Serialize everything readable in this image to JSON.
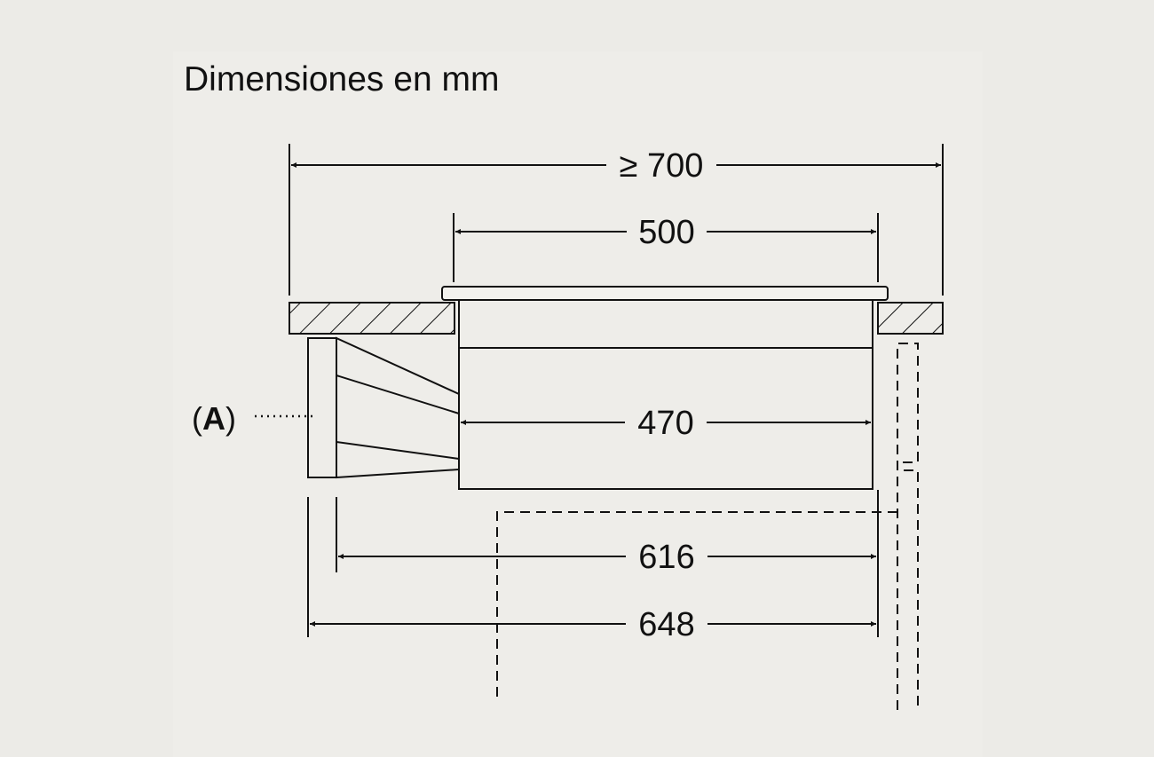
{
  "title": "Dimensiones en mm",
  "callout": {
    "open": "(",
    "letter": "A",
    "close": ")"
  },
  "dimensions": {
    "min_worktop": "≥ 700",
    "cutout_width": "500",
    "unit_width": "470",
    "depth_616": "616",
    "depth_648": "648"
  },
  "colors": {
    "background": "#eeede9",
    "line": "#111111"
  }
}
